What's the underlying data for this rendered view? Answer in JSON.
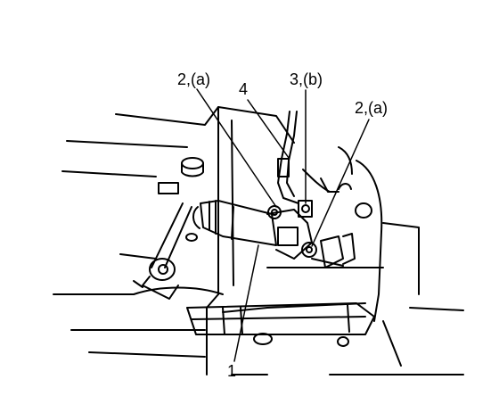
{
  "callouts": {
    "label_2a_left": "2,(a)",
    "label_4": "4",
    "label_3b": "3,(b)",
    "label_2a_right": "2,(a)",
    "label_1": "1"
  },
  "colors": {
    "ink": "#000000",
    "paper": "#ffffff"
  }
}
